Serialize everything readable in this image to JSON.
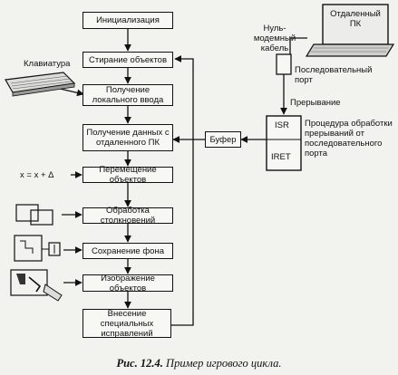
{
  "flow": {
    "init": "Инициализация",
    "erase": "Стирание объектов",
    "local_input": "Получение локального ввода",
    "remote_data": "Получение данных с отдаленного ПК",
    "move": "Перемещение объектов",
    "collisions": "Обработка столкновений",
    "save_bg": "Сохранение фона",
    "draw": "Изображение объектов",
    "fixes": "Внесение специальных исправлений"
  },
  "side": {
    "keyboard": "Клавиатура",
    "remote_pc": "Отдаленный ПК",
    "null_modem": "Нуль-модемный кабель",
    "serial_port": "Последовательный порт",
    "interrupt": "Прерывание",
    "isr": "ISR",
    "iret": "IRET",
    "handler": "Процедура обработки прерываний от последовательного порта",
    "buffer": "Буфер",
    "formula": "x = x + Δ"
  },
  "caption": {
    "number": "Рис. 12.4.",
    "text": "Пример игрового цикла."
  }
}
